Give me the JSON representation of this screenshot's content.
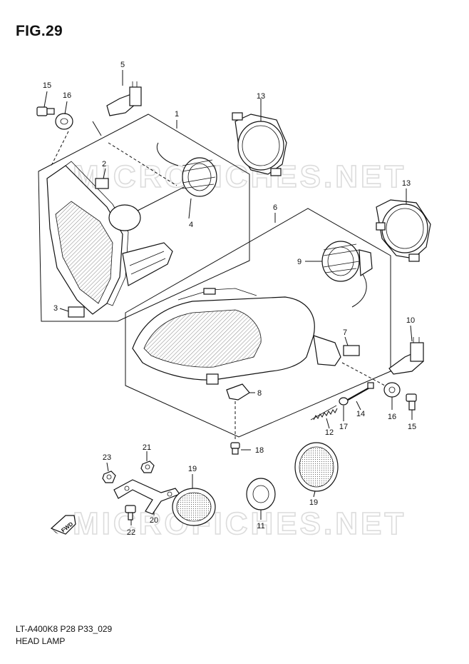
{
  "figure": {
    "title": "FIG.29"
  },
  "footer": {
    "code": "LT-A400K8 P28 P33_029",
    "name": "HEAD LAMP"
  },
  "watermark": {
    "text": "MICROFICHES.NET"
  },
  "arrow": {
    "label": "FWD"
  },
  "callouts": [
    {
      "n": "1"
    },
    {
      "n": "2"
    },
    {
      "n": "3"
    },
    {
      "n": "4"
    },
    {
      "n": "5"
    },
    {
      "n": "6"
    },
    {
      "n": "7"
    },
    {
      "n": "8"
    },
    {
      "n": "9"
    },
    {
      "n": "10"
    },
    {
      "n": "11"
    },
    {
      "n": "12"
    },
    {
      "n": "13"
    },
    {
      "n": "13"
    },
    {
      "n": "14"
    },
    {
      "n": "15"
    },
    {
      "n": "15"
    },
    {
      "n": "16"
    },
    {
      "n": "16"
    },
    {
      "n": "17"
    },
    {
      "n": "18"
    },
    {
      "n": "19"
    },
    {
      "n": "19"
    },
    {
      "n": "20"
    },
    {
      "n": "21"
    },
    {
      "n": "22"
    },
    {
      "n": "23"
    }
  ]
}
